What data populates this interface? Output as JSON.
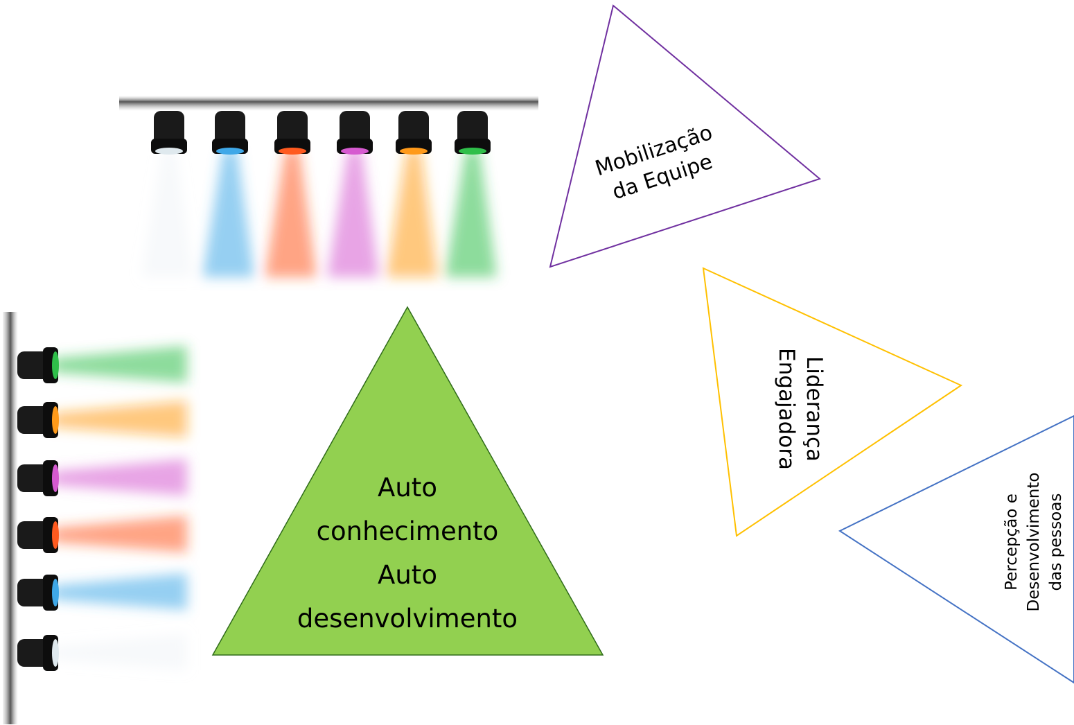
{
  "colors": {
    "main_triangle_fill": "#92d050",
    "main_triangle_stroke": "#2f6b1a",
    "mobilizacao_stroke": "#7030a0",
    "lideranca_stroke": "#ffc000",
    "percepcao_stroke": "#4472c4",
    "lamp_body": "#1a1a1a",
    "lamp_colors": [
      "#dfe9ee",
      "#3fa8e8",
      "#ff5a1f",
      "#d65ad0",
      "#ff9a1a",
      "#2fbf4a"
    ]
  },
  "illustrations": {
    "top_lamps": "stage-lights-row",
    "left_lamps": "stage-lights-column"
  },
  "main_triangle": {
    "line1": "Auto",
    "line2": "conhecimento",
    "line3": "Auto",
    "line4": "desenvolvimento"
  },
  "mobilizacao": {
    "line1": "Mobilização",
    "line2": "da Equipe"
  },
  "lideranca": {
    "line1": "Liderança",
    "line2": "Engajadora"
  },
  "percepcao": {
    "line1": "Percepção e",
    "line2": "Desenvolvimento",
    "line3": "das pessoas"
  }
}
